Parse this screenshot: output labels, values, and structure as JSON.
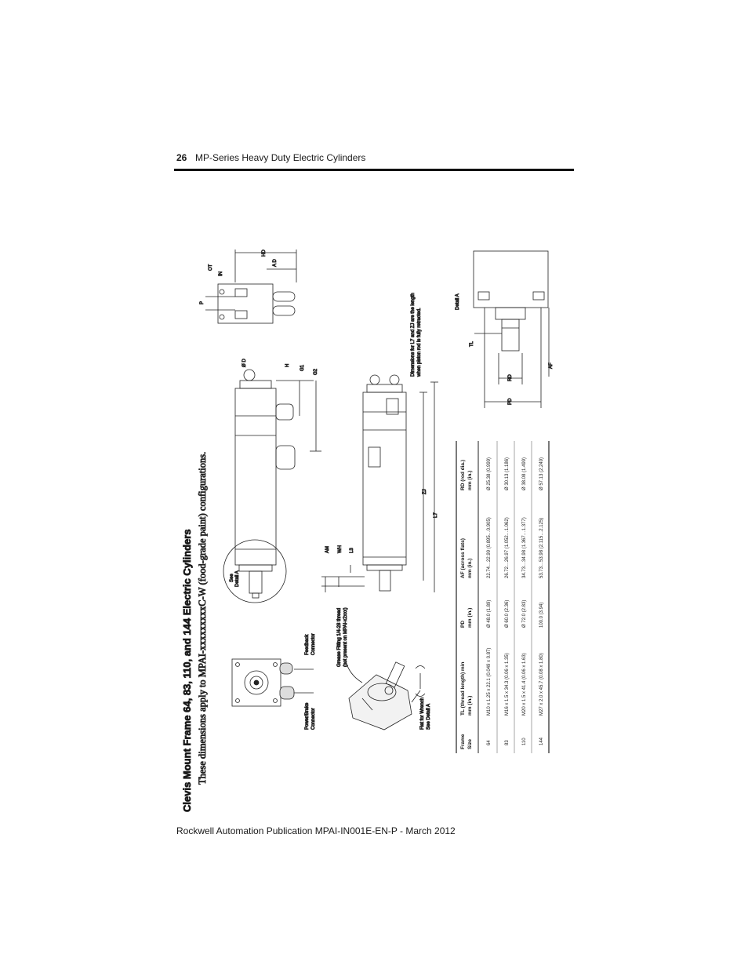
{
  "header": {
    "page_number": "26",
    "title": "MP-Series Heavy Duty Electric Cylinders"
  },
  "footer": {
    "text": "Rockwell Automation Publication MPAI-IN001E-EN-P - March 2012"
  },
  "section": {
    "title": "Clevis Mount Frame 64, 83, 110, and 144 Electric Cylinders",
    "subtitle": "These dimensions apply to MPAI-xxxxxxxxxC-W (food-grade paint) configurations."
  },
  "labels": {
    "power_brake": [
      "Power/Brake",
      "Connector"
    ],
    "feedback": [
      "Feedback",
      "Connector"
    ],
    "grease": [
      "Grease Fitting 1/4-28 thread",
      "(not present on MPAI-x2xxx)"
    ],
    "flat_wrench": [
      "Flat for Wrench",
      "See Detail A"
    ],
    "see_detail": [
      "See",
      "Detail A"
    ],
    "dim_note": [
      "Dimensions for L7 and ZJ are the length",
      "when piston rod is fully retracted."
    ],
    "detail_a": "Detail A",
    "dims": {
      "am": "AM",
      "wh": "WH",
      "l3": "L3",
      "zj": "ZJ",
      "l7": "L7",
      "od": "Ø D",
      "h": "H",
      "g1": "G1",
      "g2": "G2",
      "p": "P",
      "in": "IN",
      "ot": "OT",
      "ad": "A D",
      "hd": "HD",
      "tl": "TL",
      "rd": "RD",
      "pd": "PD",
      "af": "AF"
    }
  },
  "table": {
    "headers": [
      [
        "Frame",
        "Size"
      ],
      [
        "TL (thread length) min",
        "mm (in.)"
      ],
      [
        "PD",
        "mm (in.)"
      ],
      [
        "AF (across flats)",
        "mm (in.)"
      ],
      [
        "RD (rod dia.)",
        "mm (in.)"
      ]
    ],
    "rows": [
      [
        "64",
        "M10 x 1.25 x 22.1 (0.049 x 0.87)",
        "Ø 48.0 (1.89)",
        "22.74…22.99 (0.895…0.905)",
        "Ø 25.38 (0.999)"
      ],
      [
        "83",
        "M16 x 1.5 x 34.3 (0.06 x 1.35)",
        "Ø 60.0 (2.36)",
        "26.72…26.97 (1.052…1.062)",
        "Ø 30.13 (1.186)"
      ],
      [
        "110",
        "M20 x 1.5 x 41.4 (0.06 x 1.63)",
        "Ø 72.0 (2.83)",
        "34.73…34.98 (1.367…1.377)",
        "Ø 38.08 (1.499)"
      ],
      [
        "144",
        "M27 x 2.0 x 45.7 (0.08 x 1.80)",
        "100.0 (3.94)",
        "53.73…53.98 (2.115…2.125)",
        "Ø 57.13 (2.249)"
      ]
    ]
  }
}
